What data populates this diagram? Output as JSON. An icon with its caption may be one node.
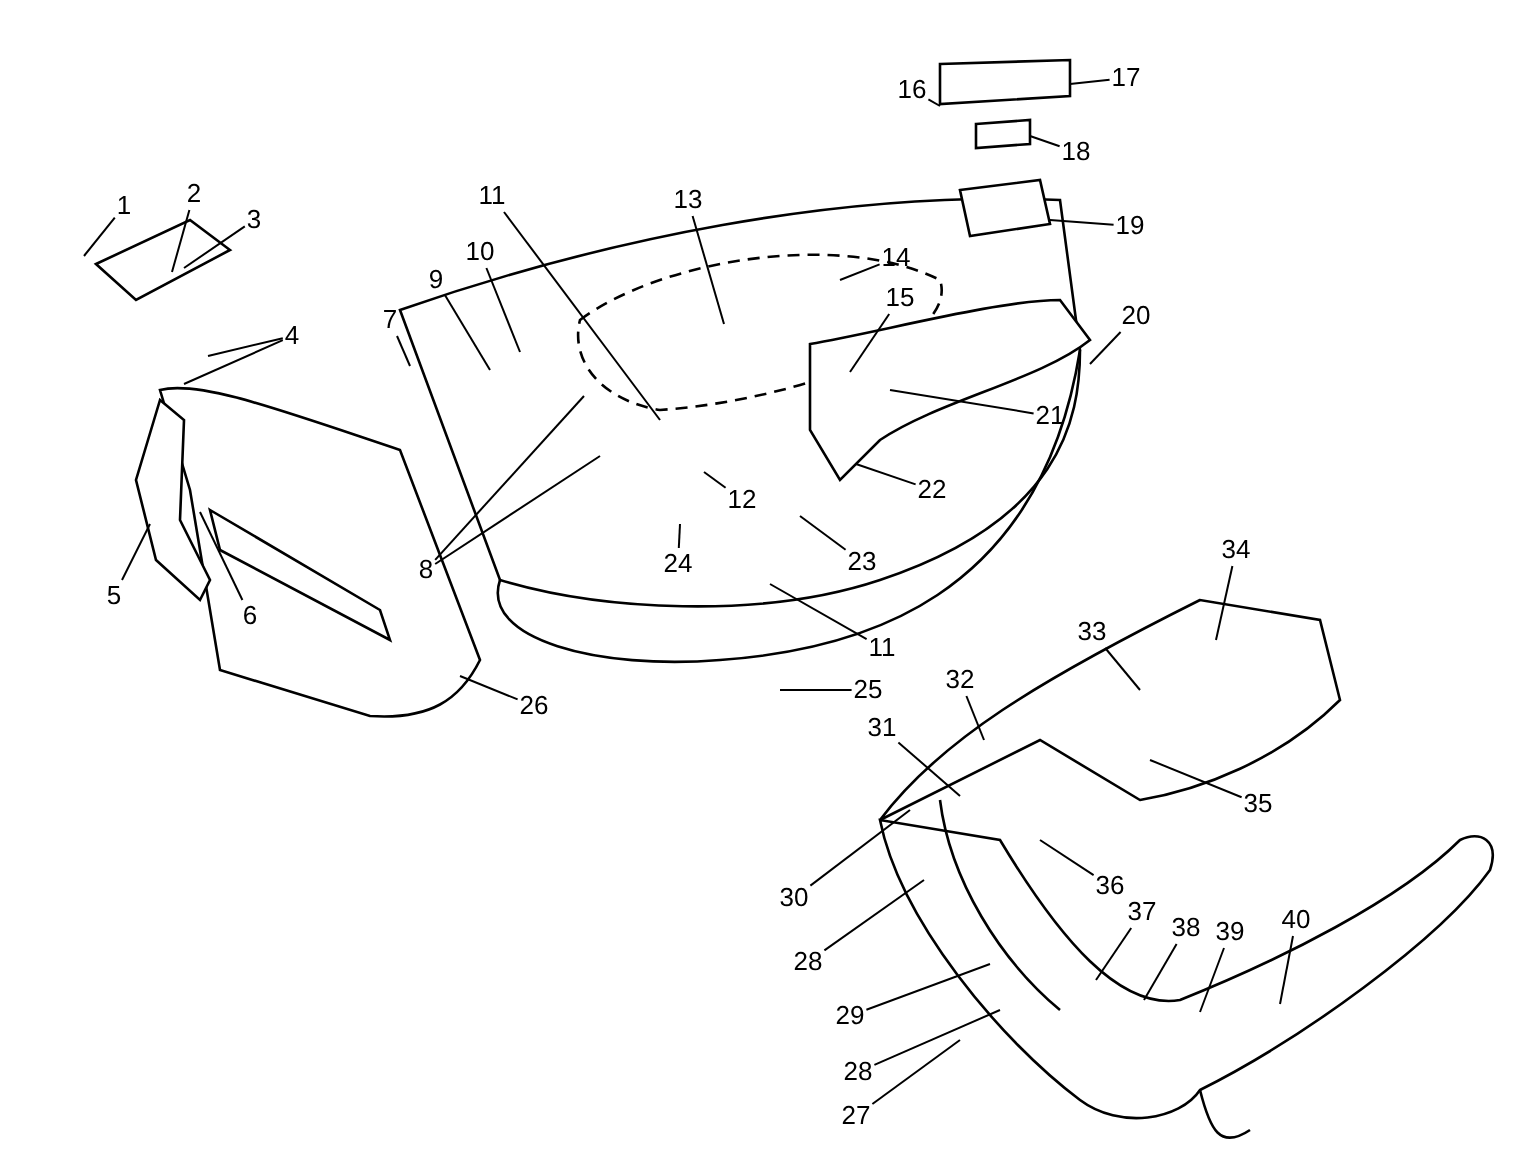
{
  "diagram": {
    "nodes": [
      {
        "text": [
          "1"
        ]
      },
      {
        "text": [
          "2"
        ]
      },
      {
        "text": [
          "3"
        ]
      },
      {
        "text": [
          "4"
        ]
      },
      {
        "text": [
          "5"
        ]
      },
      {
        "text": [
          "6"
        ]
      },
      {
        "text": [
          "7"
        ]
      },
      {
        "text": [
          "8"
        ]
      },
      {
        "text": [
          "9"
        ]
      },
      {
        "text": [
          "10"
        ]
      },
      {
        "text": [
          "11"
        ]
      },
      {
        "text": [
          "12"
        ]
      },
      {
        "text": [
          "13"
        ]
      },
      {
        "text": [
          "14"
        ]
      },
      {
        "text": [
          "15"
        ]
      },
      {
        "text": [
          "16"
        ]
      },
      {
        "text": [
          "17"
        ]
      },
      {
        "text": [
          "18"
        ]
      },
      {
        "text": [
          "19"
        ]
      },
      {
        "text": [
          "20"
        ]
      },
      {
        "text": [
          "21"
        ]
      },
      {
        "text": [
          "22"
        ]
      },
      {
        "text": [
          "23"
        ]
      },
      {
        "text": [
          "24"
        ]
      },
      {
        "text": [
          "11"
        ]
      },
      {
        "text": [
          "25"
        ]
      },
      {
        "text": [
          "26"
        ]
      },
      {
        "text": [
          "27"
        ]
      },
      {
        "text": [
          "28"
        ]
      },
      {
        "text": [
          "28"
        ]
      },
      {
        "text": [
          "29"
        ]
      },
      {
        "text": [
          "30"
        ]
      },
      {
        "text": [
          "31"
        ]
      },
      {
        "text": [
          "32"
        ]
      },
      {
        "text": [
          "33"
        ]
      },
      {
        "text": [
          "34"
        ]
      },
      {
        "text": [
          "35"
        ]
      },
      {
        "text": [
          "36"
        ]
      },
      {
        "text": [
          "37"
        ]
      },
      {
        "text": [
          "38"
        ]
      },
      {
        "text": [
          "39"
        ]
      },
      {
        "text": [
          "40"
        ]
      }
    ],
    "edges": [
      {
        "from": 0,
        "to": null,
        "arrow": "none"
      },
      {
        "from": 1,
        "to": null,
        "arrow": "none"
      },
      {
        "from": 2,
        "to": null,
        "arrow": "none"
      },
      {
        "from": 3,
        "to": null,
        "arrow": "none"
      },
      {
        "from": 3,
        "to": null,
        "arrow": "none"
      },
      {
        "from": 4,
        "to": null,
        "arrow": "none"
      },
      {
        "from": 5,
        "to": null,
        "arrow": "none"
      },
      {
        "from": 6,
        "to": null,
        "arrow": "none"
      },
      {
        "from": 7,
        "to": null,
        "arrow": "none"
      },
      {
        "from": 7,
        "to": null,
        "arrow": "none"
      },
      {
        "from": 8,
        "to": null,
        "arrow": "none"
      },
      {
        "from": 9,
        "to": null,
        "arrow": "none"
      },
      {
        "from": 10,
        "to": null,
        "arrow": "none"
      },
      {
        "from": 11,
        "to": null,
        "arrow": "none"
      },
      {
        "from": 12,
        "to": null,
        "arrow": "none"
      },
      {
        "from": 13,
        "to": null,
        "arrow": "none"
      },
      {
        "from": 14,
        "to": null,
        "arrow": "none"
      },
      {
        "from": 15,
        "to": null,
        "arrow": "none"
      },
      {
        "from": 16,
        "to": null,
        "arrow": "none"
      },
      {
        "from": 17,
        "to": null,
        "arrow": "none"
      },
      {
        "from": 18,
        "to": null,
        "arrow": "none"
      },
      {
        "from": 19,
        "to": null,
        "arrow": "none"
      },
      {
        "from": 20,
        "to": null,
        "arrow": "none"
      },
      {
        "from": 21,
        "to": null,
        "arrow": "none"
      },
      {
        "from": 22,
        "to": null,
        "arrow": "none"
      },
      {
        "from": 23,
        "to": null,
        "arrow": "none"
      },
      {
        "from": 24,
        "to": null,
        "arrow": "none"
      },
      {
        "from": 25,
        "to": null,
        "arrow": "none"
      },
      {
        "from": 26,
        "to": null,
        "arrow": "none"
      },
      {
        "from": 27,
        "to": null,
        "arrow": "none"
      },
      {
        "from": 28,
        "to": null,
        "arrow": "none"
      },
      {
        "from": 29,
        "to": null,
        "arrow": "none"
      },
      {
        "from": 30,
        "to": null,
        "arrow": "none"
      },
      {
        "from": 31,
        "to": null,
        "arrow": "none"
      },
      {
        "from": 32,
        "to": null,
        "arrow": "none"
      },
      {
        "from": 33,
        "to": null,
        "arrow": "none"
      },
      {
        "from": 34,
        "to": null,
        "arrow": "none"
      },
      {
        "from": 35,
        "to": null,
        "arrow": "none"
      },
      {
        "from": 36,
        "to": null,
        "arrow": "none"
      },
      {
        "from": 37,
        "to": null,
        "arrow": "none"
      },
      {
        "from": 38,
        "to": null,
        "arrow": "none"
      },
      {
        "from": 39,
        "to": null,
        "arrow": "none"
      },
      {
        "from": 40,
        "to": null,
        "arrow": "none"
      },
      {
        "from": 41,
        "to": null,
        "arrow": "none"
      }
    ]
  }
}
